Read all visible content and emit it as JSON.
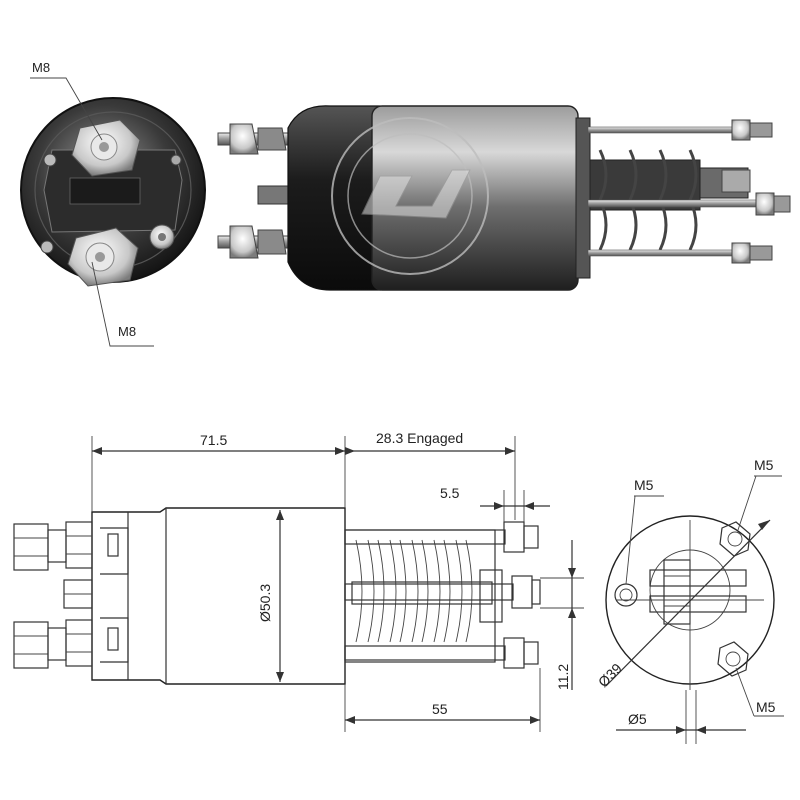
{
  "labels": {
    "photo_end_top": "M8",
    "photo_end_bottom": "M8",
    "length_body": "71.5",
    "length_engaged": "28.3 Engaged",
    "dim_5_5": "5.5",
    "dim_diameter_body": "Ø50.3",
    "dim_55": "55",
    "dim_11_2": "11.2",
    "side_m5_left": "M5",
    "side_m5_top_right": "M5",
    "side_m5_bottom_right": "M5",
    "side_diameter_39": "Ø39",
    "side_diameter_5": "Ø5"
  },
  "colors": {
    "metal_dark": "#2a2a2a",
    "metal_mid": "#7a7a7a",
    "metal_light": "#cfcfcf",
    "line": "#333333"
  }
}
